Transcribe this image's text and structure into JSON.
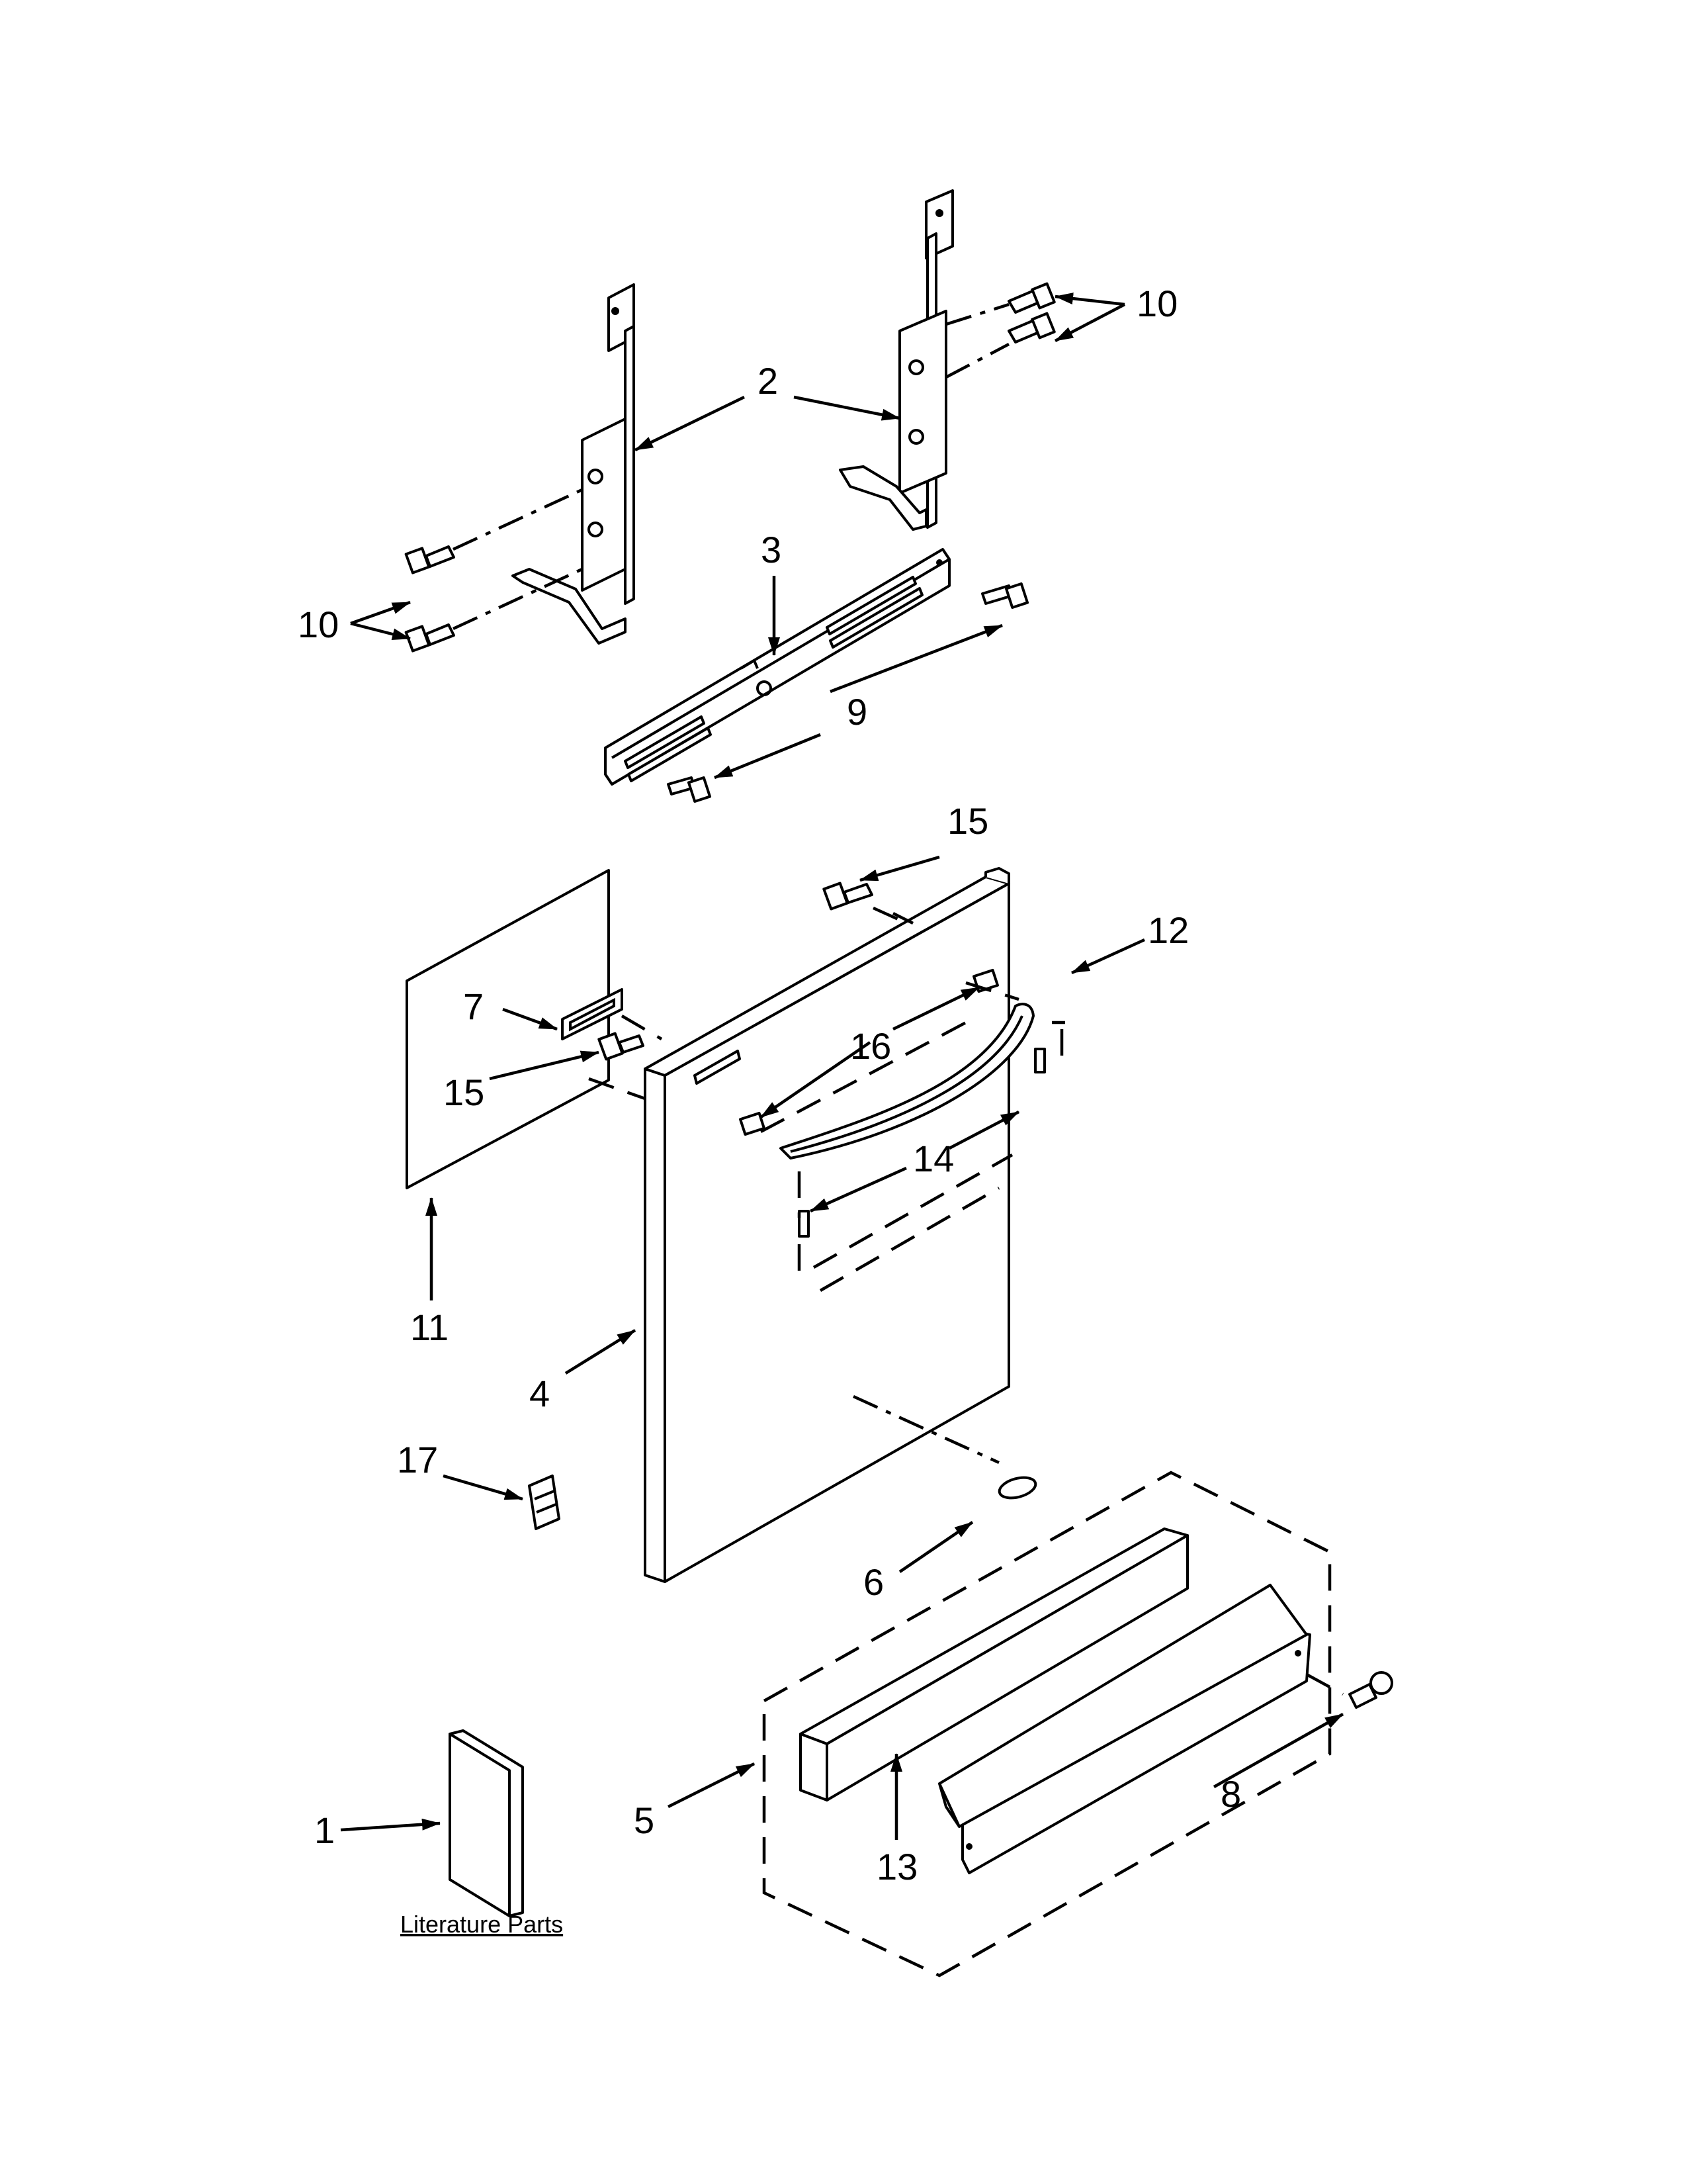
{
  "callouts": {
    "c1": "1",
    "c2": "2",
    "c3": "3",
    "c4": "4",
    "c5": "5",
    "c6": "6",
    "c7": "7",
    "c8": "8",
    "c9": "9",
    "c10a": "10",
    "c10b": "10",
    "c11": "11",
    "c12": "12",
    "c13": "13",
    "c14": "14",
    "c15a": "15",
    "c15b": "15",
    "c16": "16",
    "c17": "17"
  },
  "literature_caption": "Literature Parts"
}
